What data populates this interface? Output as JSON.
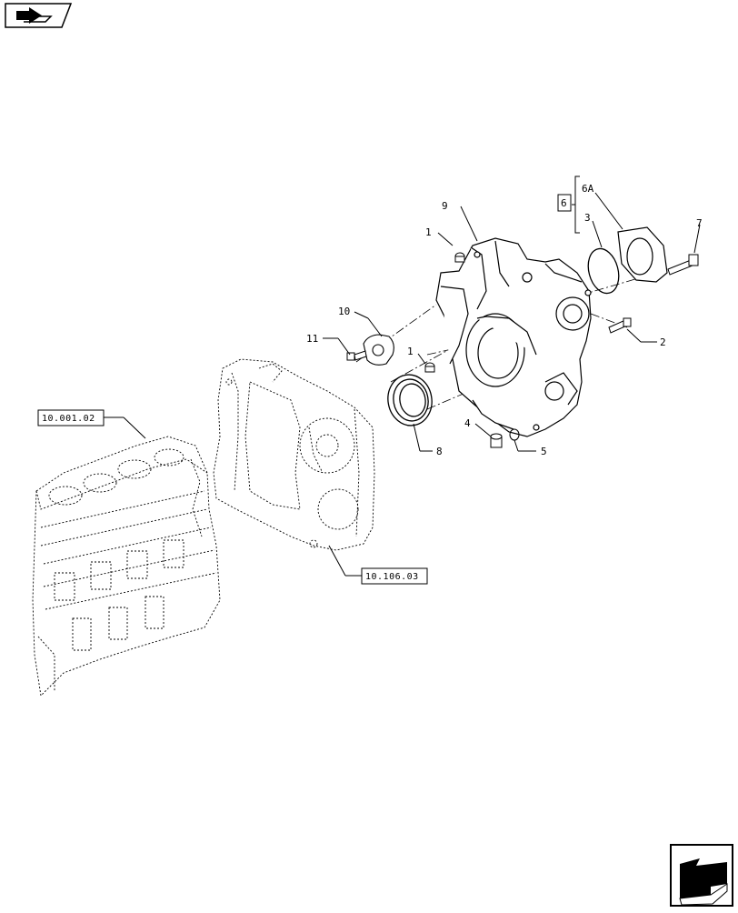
{
  "callouts": {
    "c1a": "1",
    "c1b": "1",
    "c2": "2",
    "c3": "3",
    "c4": "4",
    "c5": "5",
    "c6": "6",
    "c6a": "6A",
    "c7": "7",
    "c8": "8",
    "c9": "9",
    "c10": "10",
    "c11": "11"
  },
  "references": {
    "block": "10.001.02",
    "housing": "10.106.03"
  },
  "icons": {
    "top_left": "book-arrow-icon",
    "bottom_right": "next-page-arrow-icon"
  },
  "colors": {
    "line": "#000000",
    "background": "#ffffff"
  }
}
